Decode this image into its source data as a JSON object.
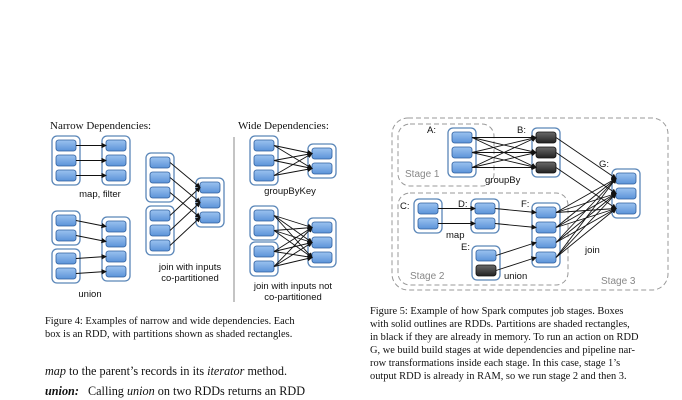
{
  "figure4": {
    "narrow_title": "Narrow Dependencies:",
    "wide_title": "Wide Dependencies:",
    "labels": {
      "map_filter": "map, filter",
      "union": "union",
      "join_copart_1": "join with inputs",
      "join_copart_2": "co-partitioned",
      "groupbykey": "groupByKey",
      "join_notcopart_1": "join with inputs not",
      "join_notcopart_2": "co-partitioned"
    },
    "caption_line1": "Figure 4: Examples of narrow and wide dependencies. Each",
    "caption_line2": "box is an RDD, with partitions shown as shaded rectangles."
  },
  "figure5": {
    "rdd_labels": {
      "A": "A:",
      "B": "B:",
      "C": "C:",
      "D": "D:",
      "E": "E:",
      "F": "F:",
      "G": "G:"
    },
    "op_labels": {
      "groupby": "groupBy",
      "map": "map",
      "union": "union",
      "join": "join"
    },
    "stages": {
      "stage1": "Stage 1",
      "stage2": "Stage 2",
      "stage3": "Stage 3"
    },
    "caption_lines": [
      "Figure 5: Example of how Spark computes job stages. Boxes",
      "with solid outlines are RDDs. Partitions are shaded rectangles,",
      "in black if they are already in memory. To run an action on RDD",
      "G, we build build stages at wide dependencies and pipeline nar-",
      "row transformations inside each stage. In this case, stage 1’s",
      "output RDD is already in RAM, so we run stage 2 and then 3."
    ]
  },
  "body": {
    "line1_italic1": "map",
    "line1_text1": " to the parent’s records in its ",
    "line1_italic2": "iterator",
    "line1_text2": " method.",
    "line2_bold": "union:",
    "line2_text1": "   Calling ",
    "line2_italic": "union",
    "line2_text2": " on two RDDs returns an RDD"
  },
  "colors": {
    "partition_fill_top": "#9cc3f0",
    "partition_fill_bottom": "#5b93d8",
    "partition_stroke": "#2f5f9e",
    "rdd_outline": "#5a86b8",
    "cached_partition": "#3a3a3a",
    "stage_border": "#999999"
  }
}
